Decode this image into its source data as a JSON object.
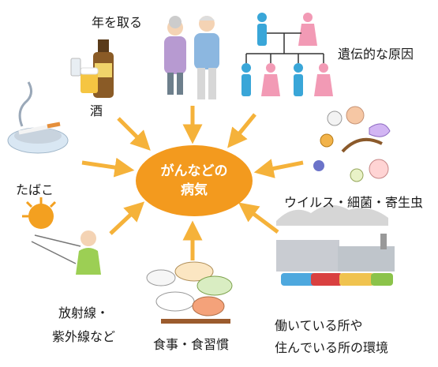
{
  "center": {
    "line1": "がんなどの",
    "line2": "病気"
  },
  "causes": {
    "aging": "年を取る",
    "heredity": "遺伝的な原因",
    "alcohol": "酒",
    "tobacco": "たばこ",
    "virus": "ウイルス・細菌・寄生虫",
    "radiation_1": "放射線・",
    "radiation_2": "紫外線など",
    "diet": "食事・食習慣",
    "environment_1": "働いている所や",
    "environment_2": "住んでいる所の環境"
  },
  "colors": {
    "arrow": "#f5b23a",
    "center": "#f39a1e",
    "male": "#39a6d8",
    "female": "#f29ab5"
  },
  "icons": [
    "elderly-couple-icon",
    "family-tree-icon",
    "beer-bottle-icon",
    "ashtray-icon",
    "germs-icon",
    "sun-icon",
    "meal-icon",
    "factory-traffic-icon"
  ]
}
